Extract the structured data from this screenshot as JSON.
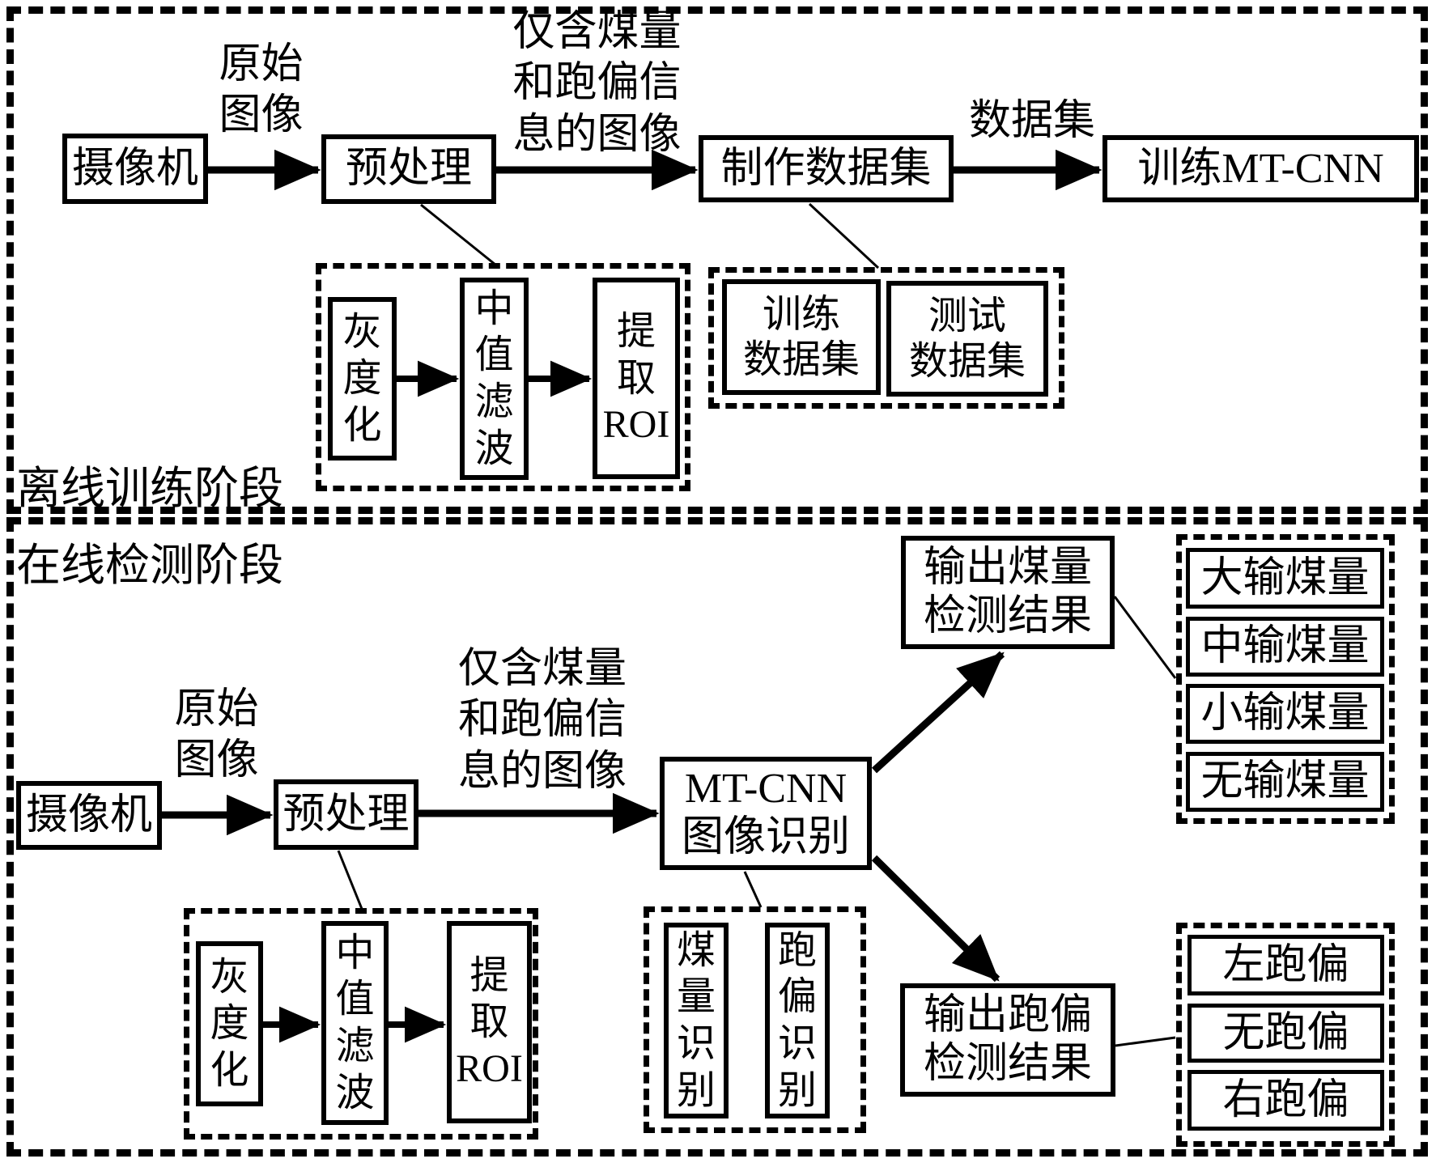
{
  "diagram_title": "MT-CNN coal quantity and belt deviation detection flowchart",
  "colors": {
    "line": "#000000",
    "background": "#ffffff"
  },
  "offline": {
    "section_label": "离线训练阶段",
    "camera": "摄像机",
    "raw_image_label": "原始\n图像",
    "preprocess": "预处理",
    "coal_info_label": "仅含煤量\n和跑偏信\n息的图像",
    "make_dataset": "制作数据集",
    "dataset_label": "数据集",
    "train_mtcnn": "训练MT-CNN",
    "grayscale": "灰\n度\n化",
    "median_filter": "中\n值\n滤\n波",
    "extract_roi": "提\n取\nROI",
    "train_dataset": "训练\n数据集",
    "test_dataset": "测试\n数据集"
  },
  "online": {
    "section_label": "在线检测阶段",
    "camera": "摄像机",
    "raw_image_label": "原始\n图像",
    "preprocess": "预处理",
    "coal_info_label": "仅含煤量\n和跑偏信\n息的图像",
    "mtcnn_recognition": "MT-CNN\n图像识别",
    "grayscale": "灰\n度\n化",
    "median_filter": "中\n值\n滤\n波",
    "extract_roi": "提\n取\nROI",
    "coal_recognition": "煤\n量\n识\n别",
    "deviation_recognition": "跑\n偏\n识\n别",
    "output_coal": "输出煤量\n检测结果",
    "output_deviation": "输出跑偏\n检测结果",
    "coal_results": [
      "大输煤量",
      "中输煤量",
      "小输煤量",
      "无输煤量"
    ],
    "deviation_results": [
      "左跑偏",
      "无跑偏",
      "右跑偏"
    ]
  }
}
